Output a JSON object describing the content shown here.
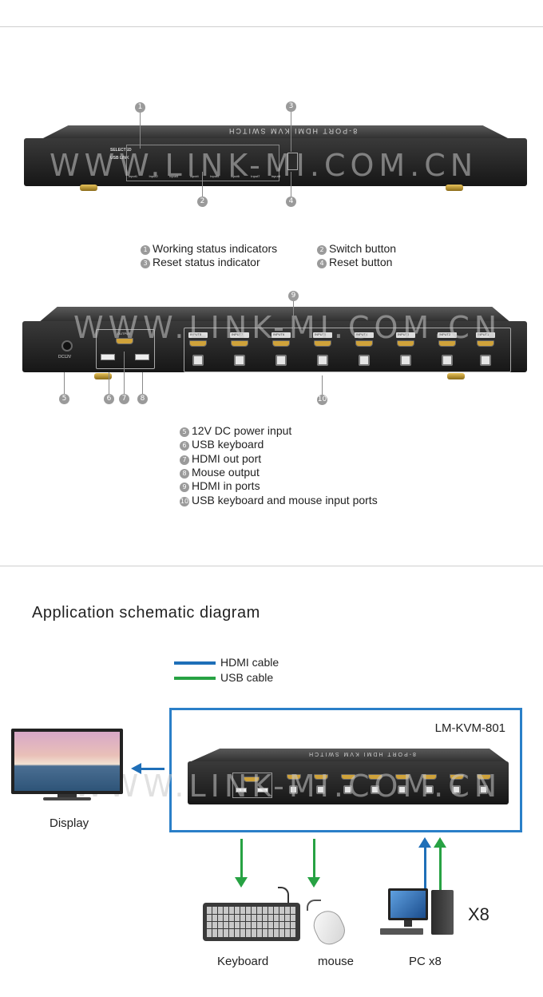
{
  "watermark": "WWW.LINK-MI.COM.CN",
  "front_panel": {
    "leds_selected": "SELECTED",
    "leds_usb_link": "USB LINK",
    "top_text": "8-PORT HDMI KVM SWITCH",
    "inputs": [
      "Input1",
      "Input2",
      "Input3",
      "Input4",
      "Input5",
      "Input6",
      "Input7",
      "Input8"
    ],
    "callouts": [
      "1",
      "2",
      "3",
      "4"
    ]
  },
  "front_legend": {
    "items": [
      {
        "num": "1",
        "text": "Working status indicators"
      },
      {
        "num": "2",
        "text": "Switch button"
      },
      {
        "num": "3",
        "text": "Reset status indicator"
      },
      {
        "num": "4",
        "text": "Reset button"
      }
    ]
  },
  "rear_panel": {
    "power_label": "DC12V",
    "output_label": "OUTPUT",
    "inputs": [
      "INPUT8",
      "INPUT7",
      "INPUT6",
      "INPUT5",
      "INPUT4",
      "INPUT3",
      "INPUT2",
      "INPUT1"
    ],
    "callouts": [
      "5",
      "6",
      "7",
      "8",
      "9",
      "10"
    ]
  },
  "rear_legend": {
    "items": [
      {
        "num": "5",
        "text": "12V DC power input"
      },
      {
        "num": "6",
        "text": "USB keyboard"
      },
      {
        "num": "7",
        "text": "HDMI out port"
      },
      {
        "num": "8",
        "text": "Mouse output"
      },
      {
        "num": "9",
        "text": "HDMI in ports"
      },
      {
        "num": "10",
        "text": "USB keyboard and mouse input ports"
      }
    ]
  },
  "schematic": {
    "title": "Application schematic diagram",
    "legend_hdmi": "HDMI cable",
    "legend_usb": "USB cable",
    "model": "LM-KVM-801",
    "device_text": "8-PORT HDMI KVM SWITCH",
    "display_label": "Display",
    "keyboard_label": "Keyboard",
    "mouse_label": "mouse",
    "pc_label": "PC x8",
    "multiplier": "X8"
  },
  "colors": {
    "hdmi_cable": "#1f6fb8",
    "usb_cable": "#27a243",
    "frame": "#2a7fc8"
  }
}
